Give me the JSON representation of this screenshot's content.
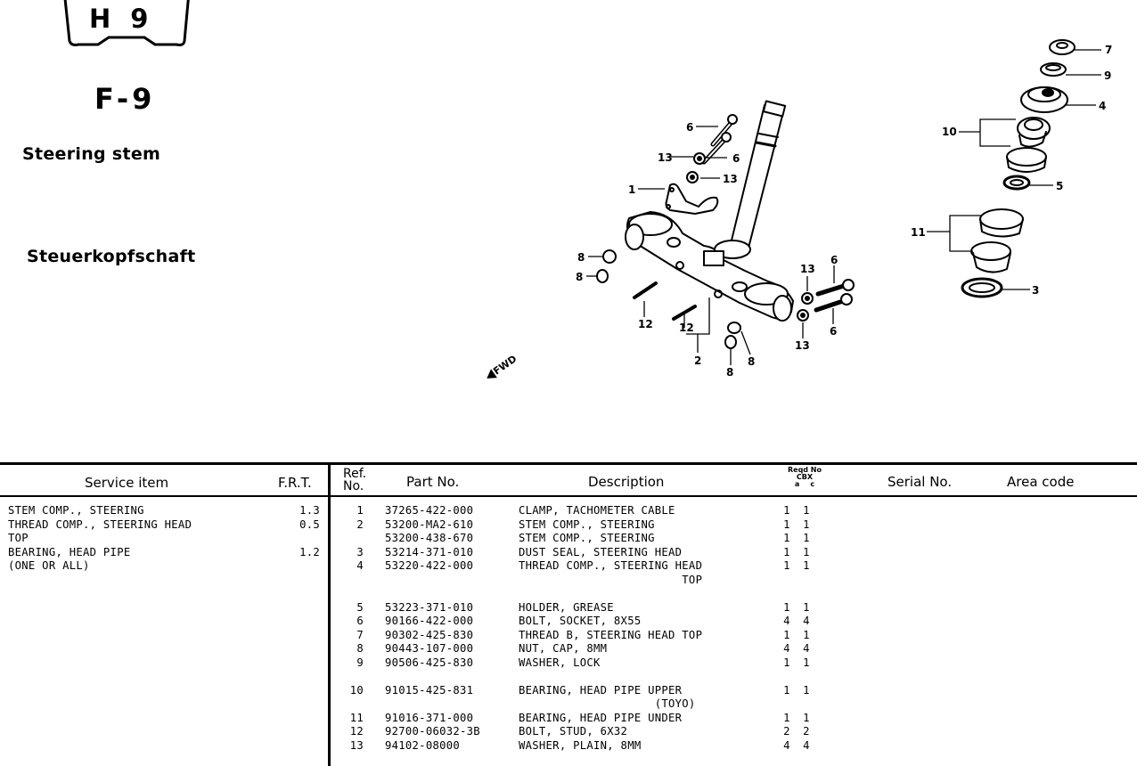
{
  "header": {
    "badge_code": "H9",
    "section_code": "F-9",
    "title_en": "Steering stem",
    "title_de": "Steuerkopfschaft"
  },
  "diagram": {
    "fwd_label": "FWD",
    "callouts": [
      "1",
      "2",
      "3",
      "4",
      "5",
      "6",
      "7",
      "8",
      "9",
      "10",
      "11",
      "12",
      "13"
    ]
  },
  "service_table": {
    "headers": {
      "service_item": "Service item",
      "frt": "F.R.T."
    },
    "rows": [
      {
        "item": "STEM COMP., STEERING",
        "frt": "1.3"
      },
      {
        "item": "THREAD COMP., STEERING HEAD",
        "frt": "0.5"
      },
      {
        "item": "TOP",
        "frt": ""
      },
      {
        "item": "BEARING, HEAD PIPE",
        "frt": "1.2"
      },
      {
        "item": "(ONE OR ALL)",
        "frt": ""
      }
    ]
  },
  "parts_table": {
    "headers": {
      "ref_no_1": "Ref.",
      "ref_no_2": "No.",
      "part_no": "Part No.",
      "description": "Description",
      "reqd_no": "Reqd No",
      "model": "CBX",
      "variant_a": "a",
      "variant_c": "c",
      "serial_no": "Serial No.",
      "area_code": "Area code"
    },
    "rows": [
      {
        "ref": "1",
        "part_no": "37265-422-000",
        "description": "CLAMP, TACHOMETER CABLE",
        "qty_a": "1",
        "qty_c": "1"
      },
      {
        "ref": "2",
        "part_no": "53200-MA2-610",
        "description": "STEM COMP., STEERING",
        "qty_a": "1",
        "qty_c": "1"
      },
      {
        "ref": "",
        "part_no": "53200-438-670",
        "description": "STEM COMP., STEERING",
        "qty_a": "1",
        "qty_c": "1"
      },
      {
        "ref": "3",
        "part_no": "53214-371-010",
        "description": "DUST SEAL, STEERING HEAD",
        "qty_a": "1",
        "qty_c": "1"
      },
      {
        "ref": "4",
        "part_no": "53220-422-000",
        "description": "THREAD COMP., STEERING HEAD",
        "qty_a": "1",
        "qty_c": "1"
      },
      {
        "ref": "",
        "part_no": "",
        "description": "                        TOP",
        "qty_a": "",
        "qty_c": ""
      },
      {
        "ref": "5",
        "part_no": "53223-371-010",
        "description": "HOLDER, GREASE",
        "qty_a": "1",
        "qty_c": "1"
      },
      {
        "ref": "6",
        "part_no": "90166-422-000",
        "description": "BOLT, SOCKET, 8X55",
        "qty_a": "4",
        "qty_c": "4"
      },
      {
        "ref": "7",
        "part_no": "90302-425-830",
        "description": "THREAD B, STEERING HEAD TOP",
        "qty_a": "1",
        "qty_c": "1"
      },
      {
        "ref": "8",
        "part_no": "90443-107-000",
        "description": "NUT, CAP, 8MM",
        "qty_a": "4",
        "qty_c": "4"
      },
      {
        "ref": "9",
        "part_no": "90506-425-830",
        "description": "WASHER, LOCK",
        "qty_a": "1",
        "qty_c": "1"
      },
      {
        "ref": "10",
        "part_no": "91015-425-831",
        "description": "BEARING, HEAD PIPE UPPER",
        "qty_a": "1",
        "qty_c": "1"
      },
      {
        "ref": "",
        "part_no": "",
        "description": "                    (TOYO)",
        "qty_a": "",
        "qty_c": ""
      },
      {
        "ref": "11",
        "part_no": "91016-371-000",
        "description": "BEARING, HEAD PIPE UNDER",
        "qty_a": "1",
        "qty_c": "1"
      },
      {
        "ref": "12",
        "part_no": "92700-06032-3B",
        "description": "BOLT, STUD, 6X32",
        "qty_a": "2",
        "qty_c": "2"
      },
      {
        "ref": "13",
        "part_no": "94102-08000",
        "description": "WASHER, PLAIN, 8MM",
        "qty_a": "4",
        "qty_c": "4"
      }
    ]
  }
}
